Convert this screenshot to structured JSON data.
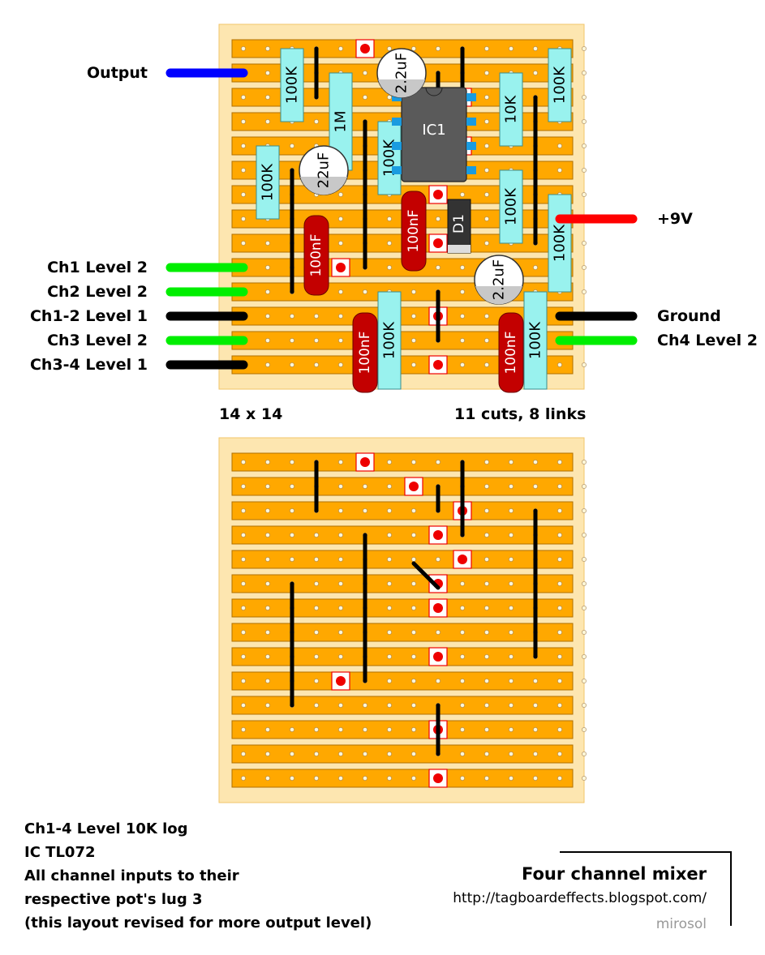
{
  "wires": {
    "left": [
      {
        "label": "Output",
        "color": "#0000ff",
        "row": 1
      },
      {
        "label": "Ch1 Level 2",
        "color": "#00ee00",
        "row": 9
      },
      {
        "label": "Ch2 Level 2",
        "color": "#00ee00",
        "row": 10
      },
      {
        "label": "Ch1-2 Level 1",
        "color": "#000000",
        "row": 11
      },
      {
        "label": "Ch3 Level 2",
        "color": "#00ee00",
        "row": 12
      },
      {
        "label": "Ch3-4 Level 1",
        "color": "#000000",
        "row": 13
      }
    ],
    "right": [
      {
        "label": "+9V",
        "color": "#ff0000",
        "row": 7
      },
      {
        "label": "Ground",
        "color": "#000000",
        "row": 11
      },
      {
        "label": "Ch4 Level 2",
        "color": "#00ee00",
        "row": 12
      }
    ]
  },
  "board": {
    "size_label": "14 x 14",
    "stats_label": "11 cuts, 8 links",
    "cols": 14,
    "rows": 14,
    "strip_color": "#ffa800",
    "board_color": "#fde6b0",
    "cuts": [
      {
        "col": 4,
        "row": 0
      },
      {
        "col": 6,
        "row": 1
      },
      {
        "col": 8,
        "row": 2
      },
      {
        "col": 7,
        "row": 3
      },
      {
        "col": 8,
        "row": 4
      },
      {
        "col": 7,
        "row": 5
      },
      {
        "col": 7,
        "row": 6
      },
      {
        "col": 7,
        "row": 8
      },
      {
        "col": 3,
        "row": 9
      },
      {
        "col": 7,
        "row": 11
      },
      {
        "col": 7,
        "row": 13
      }
    ],
    "links": [
      {
        "col": 2,
        "from": 0,
        "to": 2
      },
      {
        "col": 8,
        "from": 0,
        "to": 3
      },
      {
        "col": 7,
        "from": 1,
        "to": 2
      },
      {
        "col": 11,
        "from": 2,
        "to": 8
      },
      {
        "col": 4,
        "from": 3,
        "to": 9
      },
      {
        "col": 1,
        "from": 5,
        "to": 10
      },
      {
        "col": 7,
        "from": 10,
        "to": 12
      }
    ]
  },
  "components": {
    "resistors": [
      {
        "label": "100K",
        "col": 1,
        "from": 0,
        "to": 3
      },
      {
        "label": "1M",
        "col": 3,
        "from": 1,
        "to": 5
      },
      {
        "label": "100K",
        "col": 0,
        "from": 4,
        "to": 7
      },
      {
        "label": "100K",
        "col": 5,
        "from": 3,
        "to": 6
      },
      {
        "label": "10K",
        "col": 10,
        "from": 1,
        "to": 4
      },
      {
        "label": "100K",
        "col": 12,
        "from": 0,
        "to": 3
      },
      {
        "label": "100K",
        "col": 10,
        "from": 5,
        "to": 8
      },
      {
        "label": "100K",
        "col": 12,
        "from": 6,
        "to": 10
      },
      {
        "label": "100K",
        "col": 5,
        "from": 10,
        "to": 14
      },
      {
        "label": "100K",
        "col": 11,
        "from": 10,
        "to": 14
      }
    ],
    "film_caps": [
      {
        "label": "100nF",
        "col": 2,
        "from": 7,
        "to": 10
      },
      {
        "label": "100nF",
        "col": 6,
        "from": 6,
        "to": 9
      },
      {
        "label": "100nF",
        "col": 4,
        "from": 11,
        "to": 14
      },
      {
        "label": "100nF",
        "col": 10,
        "from": 11,
        "to": 14
      }
    ],
    "electrolytics": [
      {
        "label": "2.2uF",
        "col": 5.5,
        "row": 1
      },
      {
        "label": "22uF",
        "col": 2.3,
        "row": 5
      },
      {
        "label": "2.2uF",
        "col": 9.5,
        "row": 9.5
      }
    ],
    "ic": {
      "label": "IC1"
    },
    "diode": {
      "label": "D1"
    }
  },
  "notes": [
    "Ch1-4 Level 10K log",
    "IC TL072",
    "All channel inputs to their",
    "respective pot's lug 3",
    "(this layout revised for more output level)"
  ],
  "footer": {
    "title": "Four channel mixer",
    "url": "http://tagboardeffects.blogspot.com/",
    "author": "mirosol"
  }
}
